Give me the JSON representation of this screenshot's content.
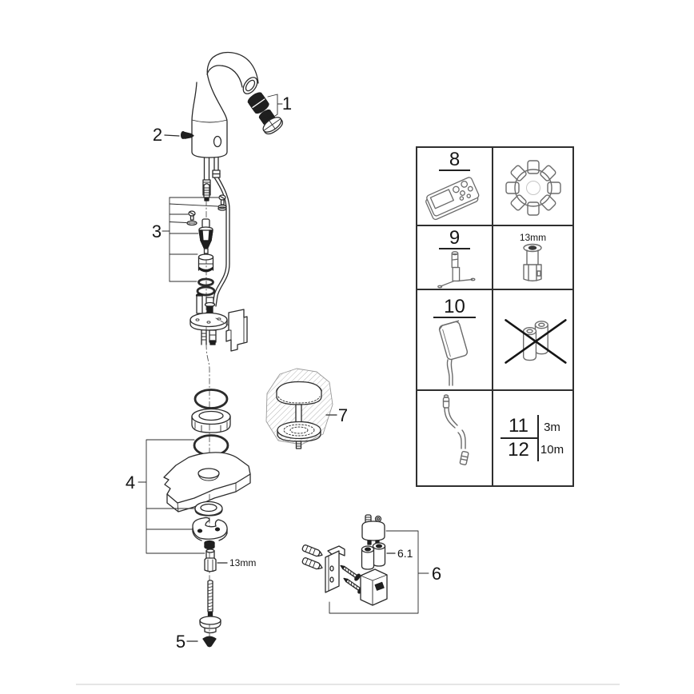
{
  "colors": {
    "line": "#2b2b2b",
    "panel_border": "#2f2f2f",
    "label": "#161616",
    "gear_fill": "#d9d9d9",
    "gear_stroke": "#c6c6c6",
    "divider": "#e5e5e5",
    "icon_line": "#6b6b6b",
    "hatch": "#b4b4b4"
  },
  "callouts": {
    "c1": "1",
    "c2": "2",
    "c3": "3",
    "c4": "4",
    "c5": "5",
    "c6": "6",
    "c6_1": "6.1",
    "c7": "7",
    "hex_size_label": "13mm"
  },
  "panel": {
    "rows": [
      {
        "number": "8",
        "left_icon": "remote-control",
        "right_icon": "gear"
      },
      {
        "number": "9",
        "left_icon": "mounting-tool",
        "right_icon": "socket-wrench",
        "right_label": "13mm"
      },
      {
        "number": "10",
        "left_icon": "power-supply",
        "right_icon": "battery-pack-crossed"
      },
      {
        "left_icon": "extension-cable",
        "lengths": [
          {
            "number": "11",
            "length": "3m"
          },
          {
            "number": "12",
            "length": "10m"
          }
        ]
      }
    ]
  }
}
